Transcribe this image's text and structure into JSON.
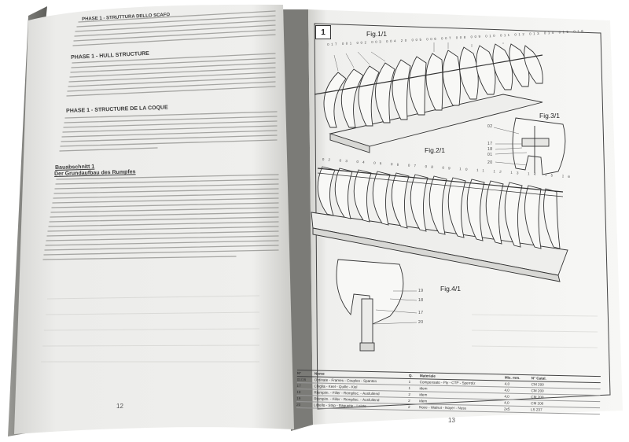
{
  "left_page": {
    "page_number": "12",
    "headings": [
      "PHASE 1 - STRUTTURA DELLO SCAFO",
      "PHASE 1 - HULL STRUCTURE",
      "PHASE 1 - STRUCTURE DE LA COQUE",
      "Bauabschnitt 1",
      "Der Grundaufbau des Rumpfes"
    ]
  },
  "right_page": {
    "page_number": "13",
    "box_number": "1",
    "figures": [
      "Fig.1/1",
      "Fig.2/1",
      "Fig.3/1",
      "Fig.4/1"
    ],
    "fig1_part_numbers": "017 001 002 003 004 20 005 006 007 008 009 010 011 012 013 014 015 016",
    "fig2_part_numbers": "02 03 04 05 06 07 08 09 10 11 12 13 14 15 16",
    "fig3_part_numbers": [
      "02",
      "17",
      "18",
      "01",
      "20"
    ],
    "fig4_part_numbers": [
      "19",
      "18",
      "17",
      "20"
    ],
    "parts_table": {
      "headers": [
        "N°",
        "Nome",
        "Q.",
        "Materiale",
        "Mis. mm.",
        "N° Catal."
      ],
      "rows": [
        [
          "01/16",
          "Ordinate - Frames - Couples - Spanten",
          "1",
          "Compensato - Ply - CTP - Sperrolz",
          "4,0",
          "CM 200"
        ],
        [
          "17",
          "Chiglia - Keel - Quille - Kiel",
          "1",
          "idem",
          "4,0",
          "CM 200"
        ],
        [
          "18",
          "Riempim. - Filler - Remplisс. - Ausfullend",
          "2",
          "idem",
          "4,0",
          "CM 200"
        ],
        [
          "19",
          "Riempim. - Filler - Remplisс. - Ausfullend",
          "2",
          "idem",
          "4,0",
          "CM 200"
        ],
        [
          "20",
          "Listello - Strip - Baguette - Leiste",
          "2",
          "Noce - Walnut - Noyer - Nuss",
          "2x5",
          "LS 237"
        ]
      ]
    }
  },
  "colors": {
    "paper": "#f4f4f2",
    "binding_shadow": "#6a6a66",
    "background": "#ffffff",
    "ink": "#2a2a2a"
  }
}
